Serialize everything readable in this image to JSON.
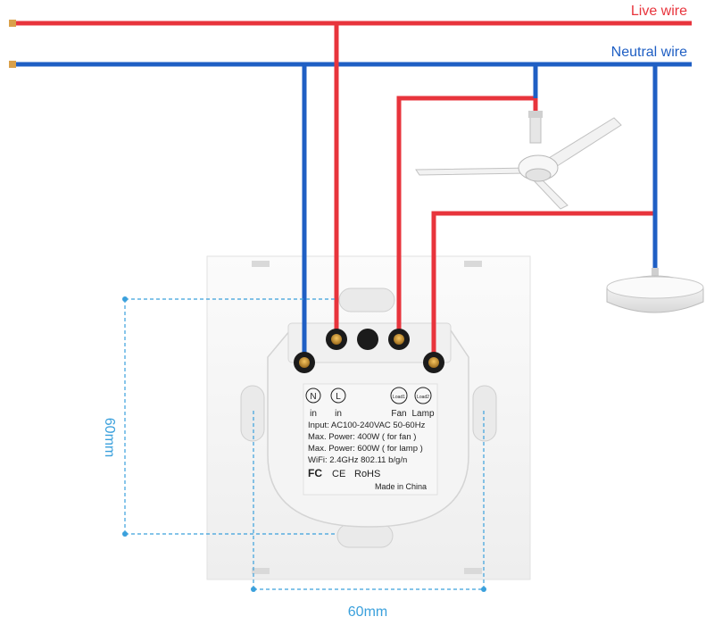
{
  "wires": {
    "live_label": "Live wire",
    "neutral_label": "Neutral wire",
    "live_color": "#e8343c",
    "neutral_color": "#1f5fc4"
  },
  "module": {
    "terminal_labels": [
      {
        "symbol": "N",
        "text": "in"
      },
      {
        "symbol": "L",
        "text": "in"
      },
      {
        "symbol": "Load1",
        "text": "Fan"
      },
      {
        "symbol": "Load2",
        "text": "Lamp"
      }
    ],
    "spec_lines": [
      "Input: AC100-240VAC 50-60Hz",
      "Max. Power: 400W ( for fan )",
      "Max. Power: 600W ( for lamp )",
      "WiFi: 2.4GHz 802.11 b/g/n"
    ],
    "cert_fc": "FC",
    "cert_ce": "CE",
    "cert_rohs": "RoHS",
    "origin": "Made in China"
  },
  "dimensions": {
    "height_label": "60mm",
    "width_label": "60mm",
    "color": "#3aa0dc"
  },
  "icons": {
    "fan": "ceiling-fan-icon",
    "lamp": "ceiling-lamp-icon"
  }
}
